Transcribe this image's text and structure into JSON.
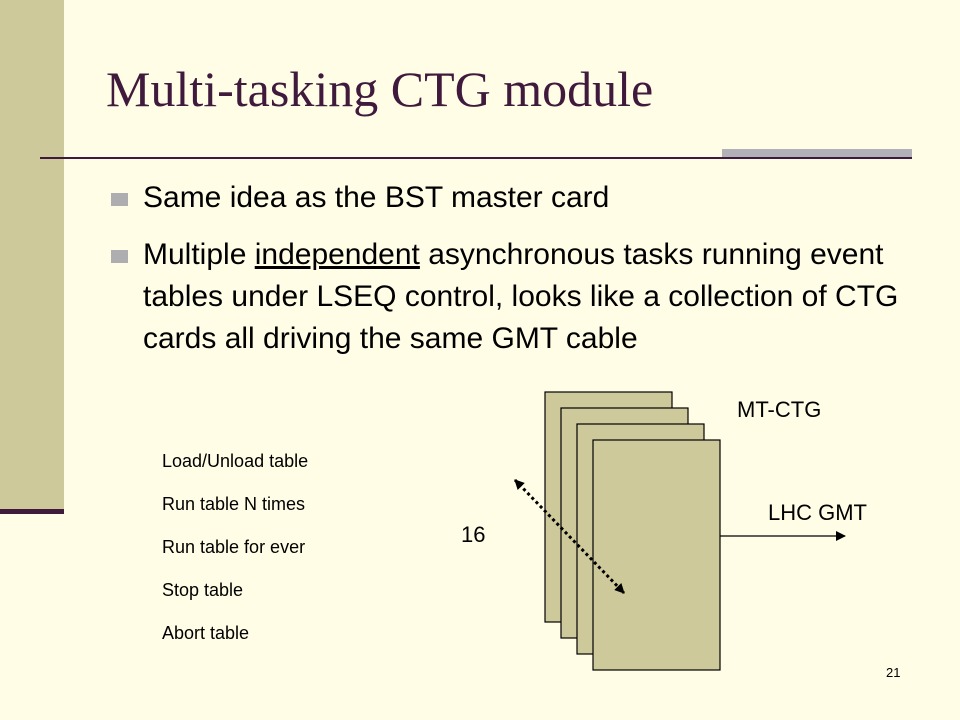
{
  "slide": {
    "title": "Multi-tasking CTG module",
    "bullets": [
      {
        "parts": [
          "Same idea as the BST master card"
        ]
      },
      {
        "parts": [
          "Multiple ",
          "independent",
          " asynchronous tasks running event tables under LSEQ control, looks like a collection of CTG cards all driving the same GMT cable"
        ]
      }
    ],
    "commands": [
      "Load/Unload table",
      "Run table N times",
      "Run table for ever",
      "Stop table",
      "Abort table"
    ],
    "diagram": {
      "count_label": "16",
      "module_label": "MT-CTG",
      "output_label": "LHC GMT"
    },
    "page_number": "21"
  },
  "colors": {
    "background": "#fffde6",
    "side_band": "#cdc99a",
    "title": "#3f1a3c",
    "accent_bar": "#b2b1b8",
    "card_fill": "#cdc99a"
  }
}
